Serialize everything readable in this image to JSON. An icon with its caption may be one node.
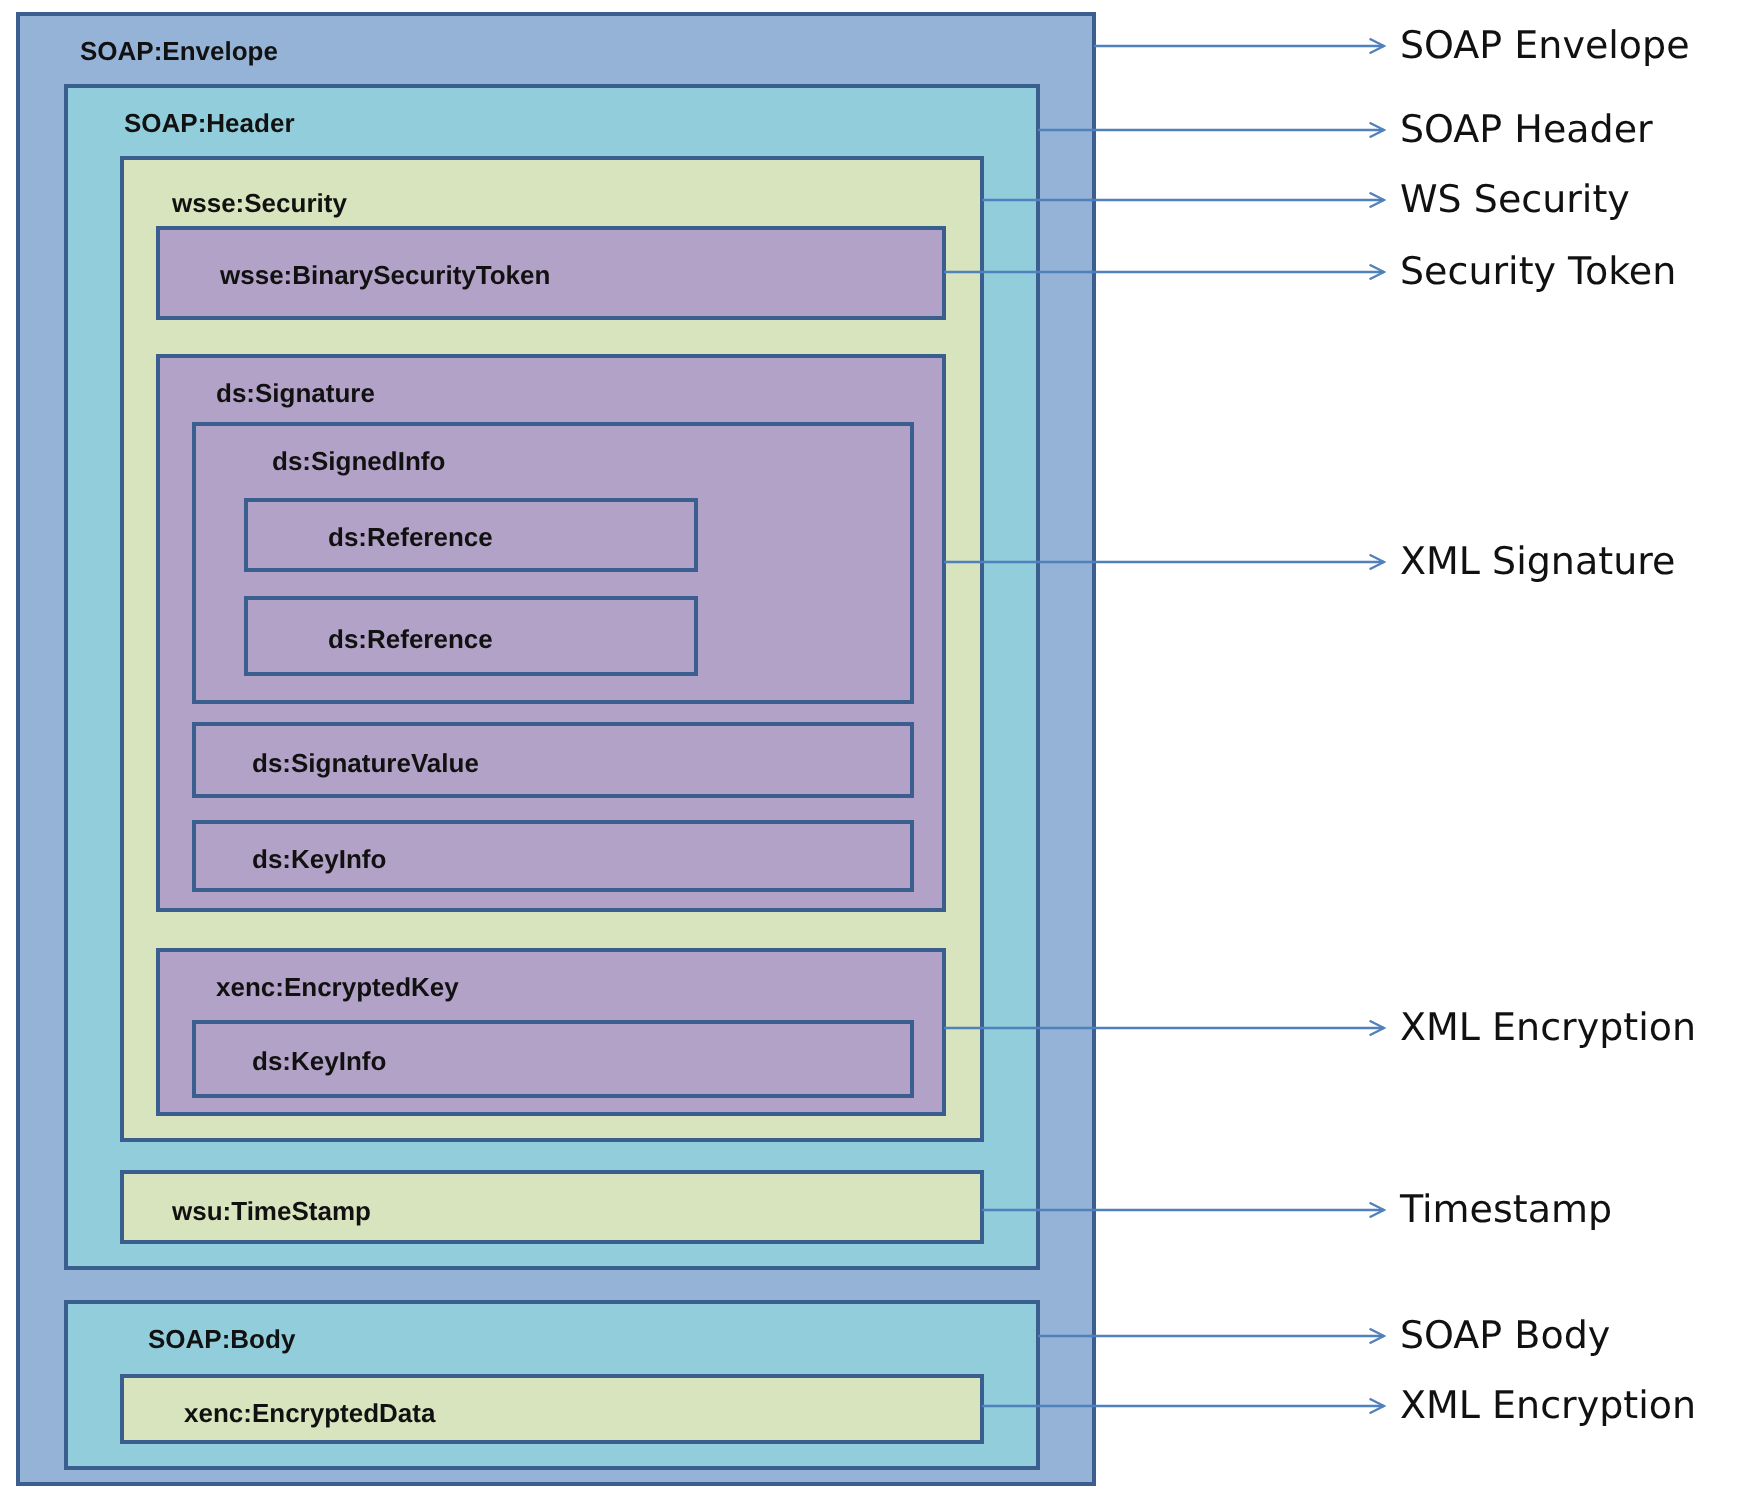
{
  "diagram": {
    "nodes": [
      {
        "text": [
          "SOAP:Envelope"
        ]
      },
      {
        "text": [
          "SOAP:Header"
        ],
        "in": 0
      },
      {
        "text": [
          "wsse:Security"
        ],
        "in": 1
      },
      {
        "text": [
          "wsse:BinarySecurityToken"
        ],
        "in": 2
      },
      {
        "text": [
          "ds:Signature"
        ],
        "in": 2
      },
      {
        "text": [
          "ds:SignedInfo"
        ],
        "in": 4
      },
      {
        "text": [
          "ds:Reference"
        ],
        "in": 5
      },
      {
        "text": [
          "ds:Reference"
        ],
        "in": 5
      },
      {
        "text": [
          "ds:SignatureValue"
        ],
        "in": 4
      },
      {
        "text": [
          "ds:KeyInfo"
        ],
        "in": 4
      },
      {
        "text": [
          "xenc:EncryptedKey"
        ],
        "in": 2
      },
      {
        "text": [
          "ds:KeyInfo"
        ],
        "in": 10
      },
      {
        "text": [
          "wsu:TimeStamp"
        ],
        "in": 1
      },
      {
        "text": [
          "SOAP:Body"
        ],
        "in": 0
      },
      {
        "text": [
          "xenc:EncryptedData"
        ],
        "in": 13
      },
      {
        "text": [
          "SOAP Envelope"
        ]
      },
      {
        "text": [
          "SOAP Header"
        ]
      },
      {
        "text": [
          "WS Security"
        ]
      },
      {
        "text": [
          "Security Token"
        ]
      },
      {
        "text": [
          "XML Signature"
        ]
      },
      {
        "text": [
          "XML Encryption"
        ]
      },
      {
        "text": [
          "Timestamp"
        ]
      },
      {
        "text": [
          "SOAP Body"
        ]
      },
      {
        "text": [
          "XML Encryption"
        ]
      }
    ],
    "edges": [
      {
        "from": 0,
        "to": 15,
        "arrow": "to"
      },
      {
        "from": 1,
        "to": 16,
        "arrow": "to"
      },
      {
        "from": 2,
        "to": 17,
        "arrow": "to"
      },
      {
        "from": 3,
        "to": 18,
        "arrow": "to"
      },
      {
        "from": 4,
        "to": 19,
        "arrow": "to"
      },
      {
        "from": 10,
        "to": 20,
        "arrow": "to"
      },
      {
        "from": 12,
        "to": 21,
        "arrow": "to"
      },
      {
        "from": 13,
        "to": 22,
        "arrow": "to"
      },
      {
        "from": 14,
        "to": 23,
        "arrow": "to"
      }
    ]
  }
}
